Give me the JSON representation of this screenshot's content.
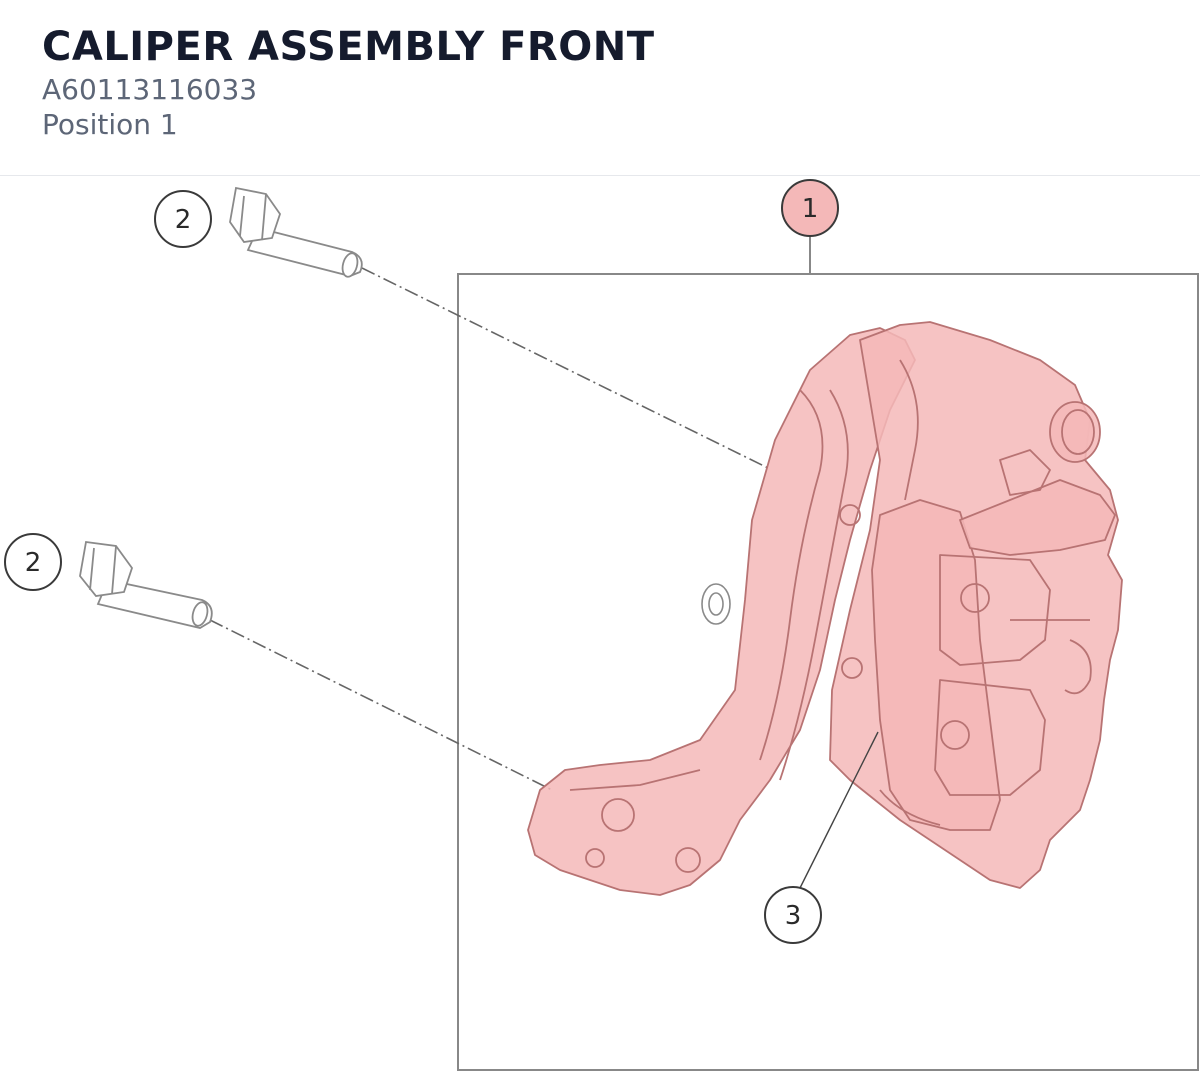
{
  "header": {
    "title": "CALIPER ASSEMBLY FRONT",
    "part_number": "A60113116033",
    "position": "Position 1"
  },
  "callouts": [
    {
      "id": "callout-1",
      "label": "1",
      "highlighted": true
    },
    {
      "id": "callout-2a",
      "label": "2",
      "highlighted": false
    },
    {
      "id": "callout-2b",
      "label": "2",
      "highlighted": false
    },
    {
      "id": "callout-3",
      "label": "3",
      "highlighted": false
    }
  ],
  "colors": {
    "highlight_fill": "#f4b8b8",
    "highlight_stroke": "#c77a7a",
    "title": "#151b2d",
    "subtitle": "#5d6677",
    "line": "#555555"
  }
}
